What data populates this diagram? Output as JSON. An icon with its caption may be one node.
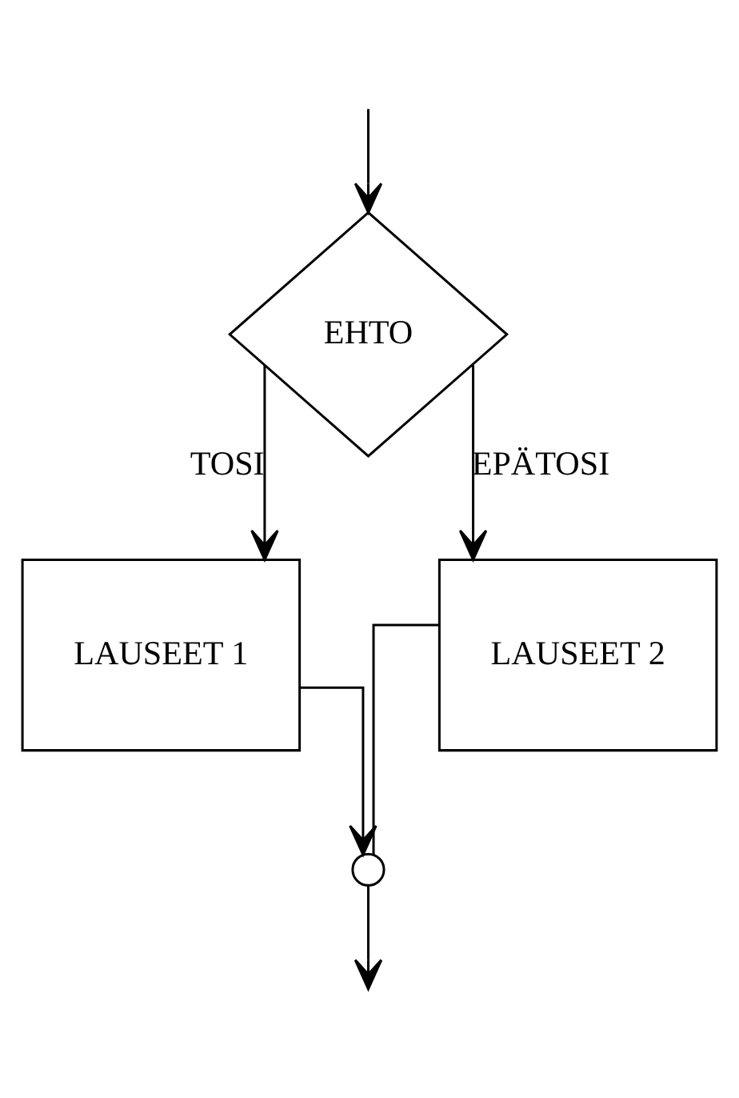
{
  "diagram": {
    "nodes": [
      {
        "text": [
          "EHTO"
        ]
      },
      {
        "text": [
          "LAUSEET 1"
        ]
      },
      {
        "text": [
          "LAUSEET 2"
        ]
      },
      {
        "text": [],
        "shape": "circle"
      }
    ],
    "edges": [
      {
        "from": null,
        "to": 0,
        "arrow": "to"
      },
      {
        "from": 0,
        "to": 1,
        "label": "TOSI",
        "arrow": "to"
      },
      {
        "from": 0,
        "to": 2,
        "label": "EPÄTOSI",
        "arrow": "to"
      },
      {
        "from": 1,
        "to": 3,
        "arrow": "to"
      },
      {
        "from": 2,
        "to": 3,
        "arrow": "none"
      },
      {
        "from": 3,
        "to": null,
        "arrow": "to"
      }
    ]
  }
}
